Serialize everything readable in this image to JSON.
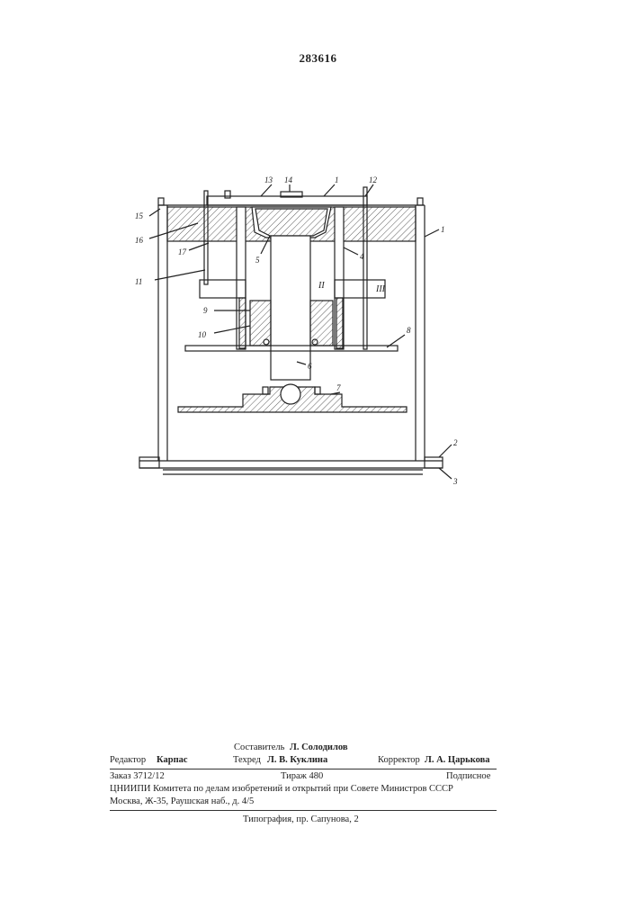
{
  "patent_number": "283616",
  "figure_labels": {
    "l1a": "1",
    "l1b": "1",
    "l2": "2",
    "l3": "3",
    "l4": "4",
    "l5": "5",
    "l6": "6",
    "l7": "7",
    "l8": "8",
    "l9": "9",
    "l10": "10",
    "l11": "11",
    "l12": "12",
    "l13": "13",
    "l14": "14",
    "l15": "15",
    "l16": "16",
    "l17": "17",
    "roman2": "II",
    "roman3": "III"
  },
  "imprint": {
    "compiler_role": "Составитель",
    "compiler_name": "Л. Солодилов",
    "editor_role": "Редактор",
    "editor_name": "Карпас",
    "techred_role": "Техред",
    "techred_name": "Л. В. Куклина",
    "corrector_role": "Корректор",
    "corrector_name": "Л. А. Царькова",
    "order": "Заказ 3712/12",
    "print_run": "Тираж 480",
    "subscription": "Подписное",
    "institute_line": "ЦНИИПИ Комитета по делам изобретений и открытий при Совете Министров СССР",
    "address_line": "Москва, Ж-35, Раушская наб., д. 4/5",
    "printing_house": "Типография, пр. Сапунова, 2"
  }
}
